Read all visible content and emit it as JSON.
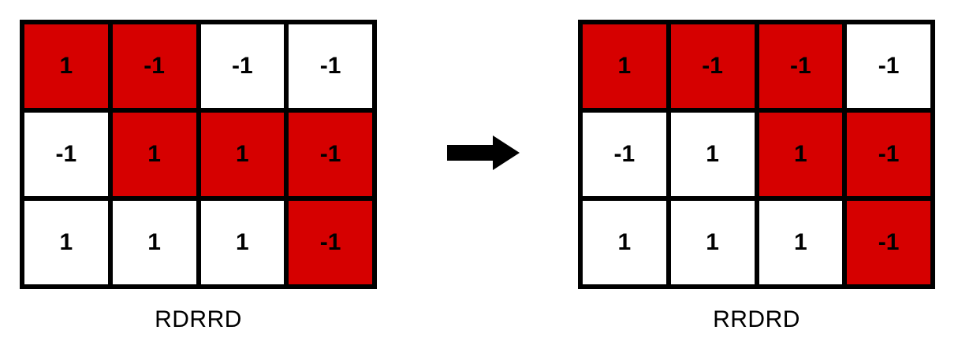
{
  "figure": {
    "colors": {
      "red": "#d60000",
      "white": "#ffffff",
      "border": "#000000",
      "text": "#000000"
    },
    "arrow": {
      "icon": "right-arrow-icon",
      "direction": "right",
      "color": "#000000"
    },
    "grids": [
      {
        "id": "before-grid",
        "caption": "RDRRD",
        "rows": 3,
        "cols": 4,
        "cells": [
          [
            {
              "value": "1",
              "highlighted": true
            },
            {
              "value": "-1",
              "highlighted": true
            },
            {
              "value": "-1",
              "highlighted": false
            },
            {
              "value": "-1",
              "highlighted": false
            }
          ],
          [
            {
              "value": "-1",
              "highlighted": false
            },
            {
              "value": "1",
              "highlighted": true
            },
            {
              "value": "1",
              "highlighted": true
            },
            {
              "value": "-1",
              "highlighted": true
            }
          ],
          [
            {
              "value": "1",
              "highlighted": false
            },
            {
              "value": "1",
              "highlighted": false
            },
            {
              "value": "1",
              "highlighted": false
            },
            {
              "value": "-1",
              "highlighted": true
            }
          ]
        ]
      },
      {
        "id": "after-grid",
        "caption": "RRDRD",
        "rows": 3,
        "cols": 4,
        "cells": [
          [
            {
              "value": "1",
              "highlighted": true
            },
            {
              "value": "-1",
              "highlighted": true
            },
            {
              "value": "-1",
              "highlighted": true
            },
            {
              "value": "-1",
              "highlighted": false
            }
          ],
          [
            {
              "value": "-1",
              "highlighted": false
            },
            {
              "value": "1",
              "highlighted": false
            },
            {
              "value": "1",
              "highlighted": true
            },
            {
              "value": "-1",
              "highlighted": true
            }
          ],
          [
            {
              "value": "1",
              "highlighted": false
            },
            {
              "value": "1",
              "highlighted": false
            },
            {
              "value": "1",
              "highlighted": false
            },
            {
              "value": "-1",
              "highlighted": true
            }
          ]
        ]
      }
    ]
  },
  "chart_data": {
    "type": "heatmap",
    "title": "",
    "xlabel": "",
    "ylabel": "",
    "note": "Two 3x4 sign matrices with highlighted (red) path cells; left transforms to right",
    "panels": [
      {
        "name": "RDRRD",
        "values": [
          [
            1,
            -1,
            -1,
            -1
          ],
          [
            -1,
            1,
            1,
            -1
          ],
          [
            1,
            1,
            1,
            -1
          ]
        ],
        "highlight_mask": [
          [
            1,
            1,
            0,
            0
          ],
          [
            0,
            1,
            1,
            1
          ],
          [
            0,
            0,
            0,
            1
          ]
        ]
      },
      {
        "name": "RRDRD",
        "values": [
          [
            1,
            -1,
            -1,
            -1
          ],
          [
            -1,
            1,
            1,
            -1
          ],
          [
            1,
            1,
            1,
            -1
          ]
        ],
        "highlight_mask": [
          [
            1,
            1,
            1,
            0
          ],
          [
            0,
            0,
            1,
            1
          ],
          [
            0,
            0,
            0,
            1
          ]
        ]
      }
    ],
    "colors": {
      "highlight": "#d60000",
      "background": "#ffffff"
    }
  }
}
